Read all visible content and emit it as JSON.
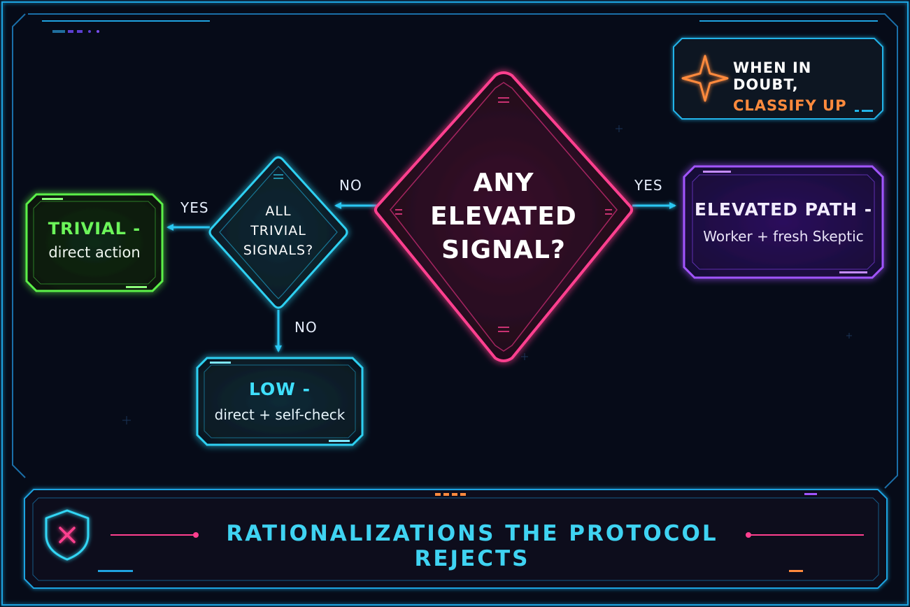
{
  "colors": {
    "background": "#060b18",
    "frame": "#1fa3e0",
    "cyan": "#33d6f5",
    "magenta": "#ff3f8f",
    "green": "#5cf04a",
    "purple": "#a154ff",
    "orange": "#ff8a3d",
    "arrow": "#29c7f2"
  },
  "icons": {
    "tip": "four-point-star-icon",
    "footer": "shield-x-icon"
  },
  "tip": {
    "line1": "WHEN IN DOUBT,",
    "line2": "CLASSIFY UP"
  },
  "nodes": {
    "elevated_decision": {
      "line1": "ANY",
      "line2": "ELEVATED",
      "line3": "SIGNAL?"
    },
    "trivial_decision": {
      "line1": "ALL",
      "line2": "TRIVIAL",
      "line3": "SIGNALS?"
    },
    "elevated_path": {
      "title": "ELEVATED PATH -",
      "subtitle": "Worker + fresh Skeptic"
    },
    "trivial": {
      "title": "TRIVIAL -",
      "subtitle": "direct action"
    },
    "low": {
      "title": "LOW -",
      "subtitle": "direct + self-check"
    }
  },
  "edges": {
    "elevated_yes": "YES",
    "elevated_no": "NO",
    "trivial_yes": "YES",
    "trivial_no": "NO"
  },
  "footer": {
    "title": "RATIONALIZATIONS THE PROTOCOL REJECTS"
  }
}
